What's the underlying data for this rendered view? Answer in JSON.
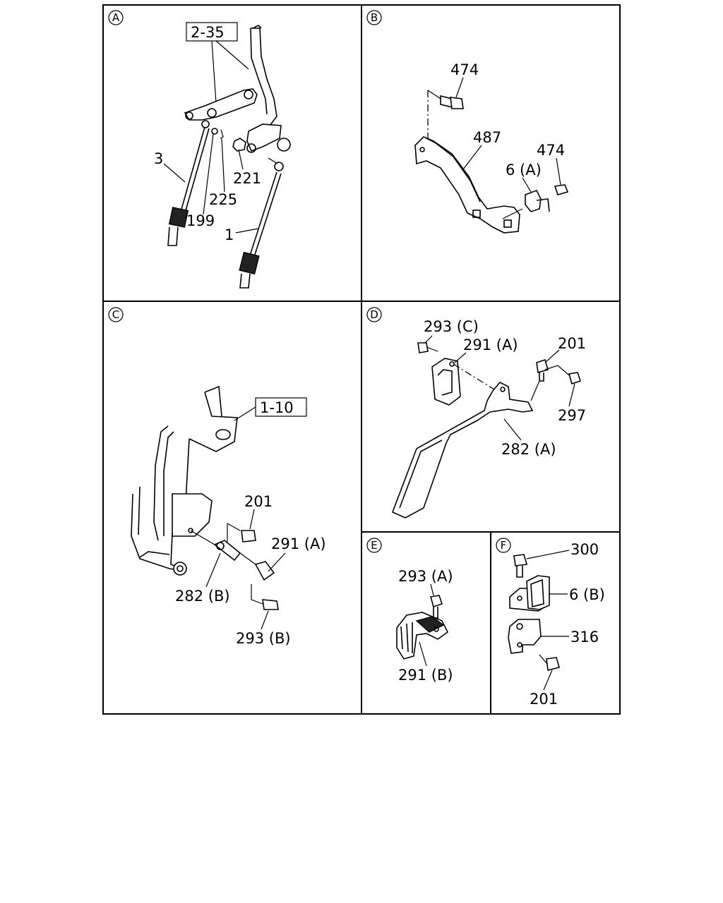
{
  "panels": [
    {
      "id": "A"
    },
    {
      "id": "B"
    },
    {
      "id": "C"
    },
    {
      "id": "D"
    },
    {
      "id": "E"
    },
    {
      "id": "F"
    }
  ],
  "callouts": {
    "a": {
      "ref": "2-35",
      "p3": "3",
      "p199": "199",
      "p225": "225",
      "p221": "221",
      "p1": "1"
    },
    "b": {
      "p474_top": "474",
      "p487": "487",
      "p474_right": "474",
      "p6a": "6 (A)"
    },
    "c": {
      "ref": "1-10",
      "p201": "201",
      "p291a": "291 (A)",
      "p282b": "282 (B)",
      "p293b": "293 (B)"
    },
    "d": {
      "p293c": "293 (C)",
      "p291a": "291 (A)",
      "p201": "201",
      "p297": "297",
      "p282a": "282 (A)"
    },
    "e": {
      "p293a": "293 (A)",
      "p291b": "291 (B)"
    },
    "f": {
      "p300": "300",
      "p6b": "6 (B)",
      "p316": "316",
      "p201": "201"
    }
  }
}
